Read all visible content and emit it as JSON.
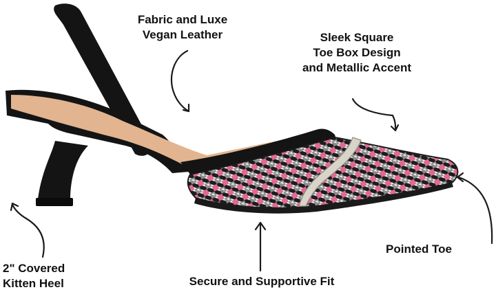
{
  "annotations": {
    "fabric": "Fabric and Luxe\nVegan Leather",
    "toe_box": "Sleek Square\nToe Box Design\nand Metallic Accent",
    "pointed_toe": "Pointed Toe",
    "heel": "2\" Covered\nKitten Heel",
    "fit": "Secure and Supportive Fit"
  },
  "colors": {
    "leather": "#141414",
    "lining": "#e2b48f",
    "houndstooth_pink": "#e06a93",
    "houndstooth_dark": "#1d1d1d",
    "houndstooth_grey": "#9a9a9a",
    "metal_accent": "#d9d4c8"
  },
  "icons": [
    "arrow-icon"
  ]
}
